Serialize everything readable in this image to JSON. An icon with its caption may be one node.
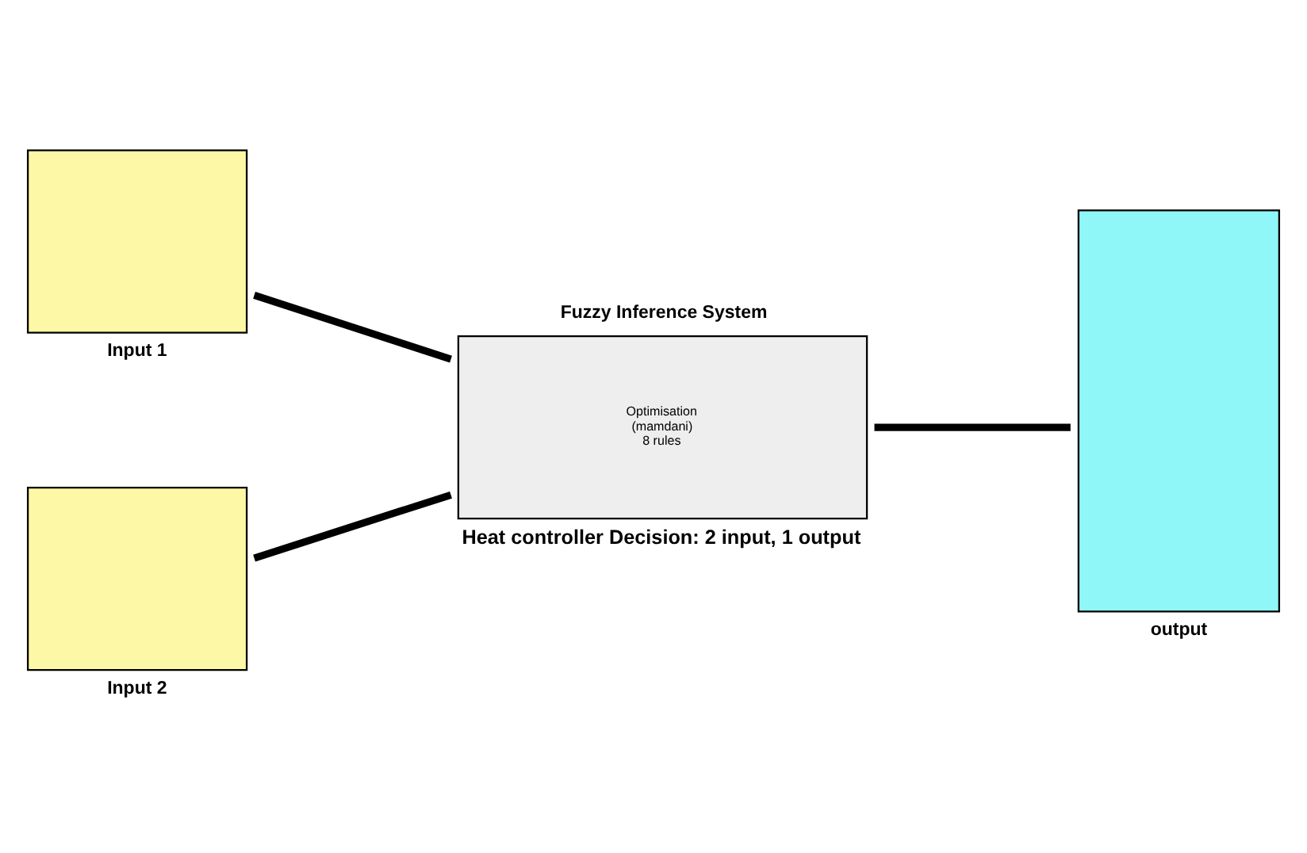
{
  "diagram": {
    "nodes": [
      {
        "text": [
          "Input 1"
        ]
      },
      {
        "text": [
          "Input 2"
        ]
      },
      {
        "text": [
          "Fuzzy Inference System",
          "Optimisation",
          "(mamdani)",
          "8 rules"
        ],
        "beside": [
          "Heat controller Decision: 2 input, 1 output"
        ]
      },
      {
        "text": [
          "output"
        ]
      }
    ],
    "edges": [
      {
        "from": 0,
        "to": 2,
        "arrow": "none"
      },
      {
        "from": 1,
        "to": 2,
        "arrow": "none"
      },
      {
        "from": 2,
        "to": 3,
        "arrow": "none"
      }
    ]
  }
}
